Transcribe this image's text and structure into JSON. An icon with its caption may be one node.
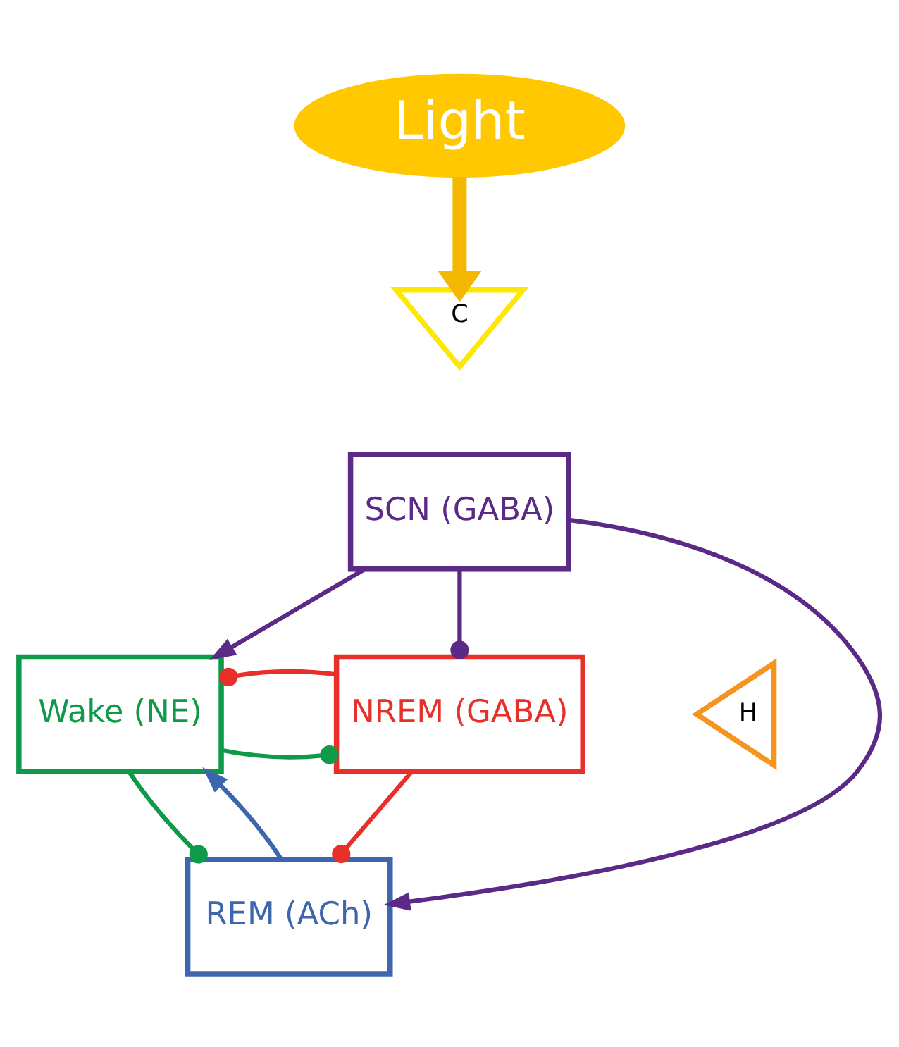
{
  "diagram": {
    "nodes": [
      {
        "text": [
          "Light"
        ]
      },
      {
        "text": [
          "C"
        ]
      },
      {
        "text": [
          "SCN (GABA)"
        ]
      },
      {
        "text": [
          "Wake (NE)"
        ]
      },
      {
        "text": [
          "NREM (GABA)"
        ]
      },
      {
        "text": [
          "H"
        ]
      },
      {
        "text": [
          "REM (ACh)"
        ]
      }
    ],
    "edges": [
      {
        "from": 0,
        "to": 1,
        "arrow": "to",
        "style": "thick",
        "color": "#f5b800"
      },
      {
        "from": 2,
        "to": 3,
        "arrow": "to",
        "color": "#5b2a86"
      },
      {
        "from": 2,
        "to": 4,
        "arrow": "other",
        "color": "#5b2a86"
      },
      {
        "from": 2,
        "to": 6,
        "arrow": "to",
        "color": "#5b2a86"
      },
      {
        "from": 3,
        "to": 4,
        "arrow": "other",
        "color": "#0e9a48"
      },
      {
        "from": 4,
        "to": 3,
        "arrow": "other",
        "color": "#e8302a"
      },
      {
        "from": 3,
        "to": 6,
        "arrow": "other",
        "color": "#0e9a48"
      },
      {
        "from": 6,
        "to": 3,
        "arrow": "to",
        "color": "#3d66ae"
      },
      {
        "from": 4,
        "to": 6,
        "arrow": "other",
        "color": "#e8302a"
      }
    ]
  }
}
